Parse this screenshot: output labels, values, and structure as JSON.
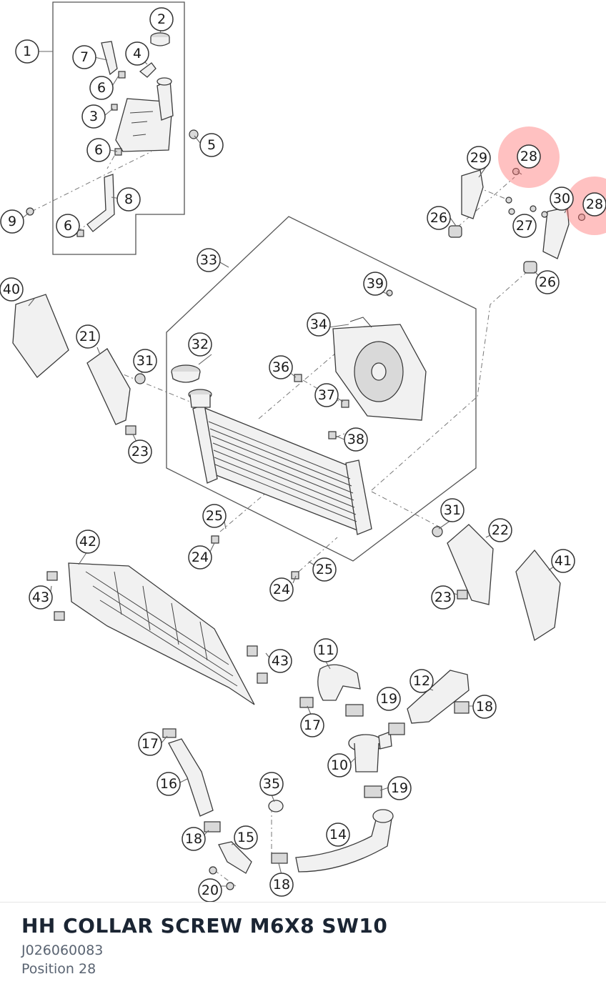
{
  "part": {
    "name": "HH COLLAR SCREW M6X8 SW10",
    "number": "J026060083",
    "position": "Position 28"
  },
  "callouts": [
    {
      "label": "1"
    },
    {
      "label": "2"
    },
    {
      "label": "7"
    },
    {
      "label": "4"
    },
    {
      "label": "6"
    },
    {
      "label": "3"
    },
    {
      "label": "5"
    },
    {
      "label": "6"
    },
    {
      "label": "8"
    },
    {
      "label": "9"
    },
    {
      "label": "6"
    },
    {
      "label": "29"
    },
    {
      "label": "28",
      "highlight": true
    },
    {
      "label": "30"
    },
    {
      "label": "28",
      "highlight": true
    },
    {
      "label": "26"
    },
    {
      "label": "27"
    },
    {
      "label": "26"
    },
    {
      "label": "33"
    },
    {
      "label": "39"
    },
    {
      "label": "40"
    },
    {
      "label": "34"
    },
    {
      "label": "21"
    },
    {
      "label": "32"
    },
    {
      "label": "31"
    },
    {
      "label": "36"
    },
    {
      "label": "37"
    },
    {
      "label": "23"
    },
    {
      "label": "38"
    },
    {
      "label": "25"
    },
    {
      "label": "31"
    },
    {
      "label": "22"
    },
    {
      "label": "24"
    },
    {
      "label": "42"
    },
    {
      "label": "41"
    },
    {
      "label": "25"
    },
    {
      "label": "24"
    },
    {
      "label": "43"
    },
    {
      "label": "23"
    },
    {
      "label": "11"
    },
    {
      "label": "43"
    },
    {
      "label": "12"
    },
    {
      "label": "19"
    },
    {
      "label": "18"
    },
    {
      "label": "17"
    },
    {
      "label": "17"
    },
    {
      "label": "10"
    },
    {
      "label": "16"
    },
    {
      "label": "35"
    },
    {
      "label": "19"
    },
    {
      "label": "14"
    },
    {
      "label": "18"
    },
    {
      "label": "15"
    },
    {
      "label": "18"
    },
    {
      "label": "20"
    }
  ],
  "colors": {
    "highlight": "#ff6b6b",
    "title": "#1b2533",
    "subtitle": "#5a6472"
  }
}
